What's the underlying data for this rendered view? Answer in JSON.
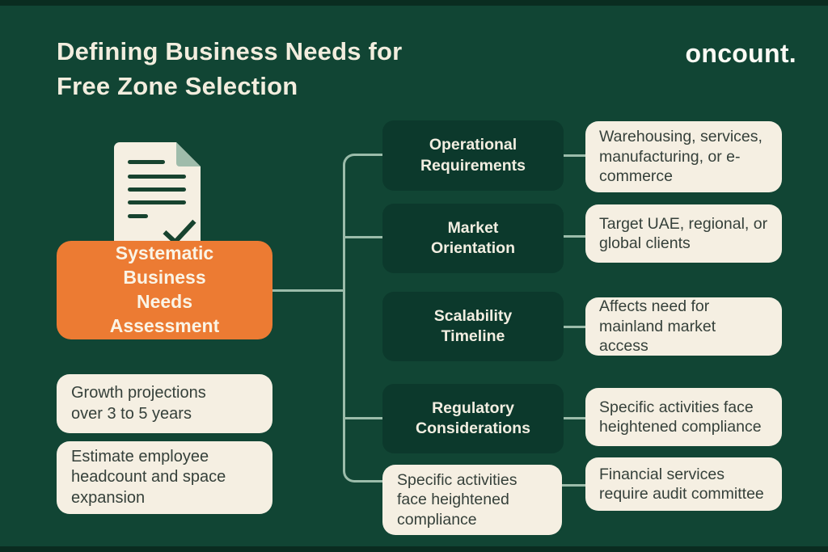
{
  "header": {
    "title": "Defining Business Needs for Free Zone Selection",
    "logo": "oncount."
  },
  "root_node": {
    "label": "Systematic Business Needs Assessment",
    "icon": "document-checklist-icon"
  },
  "root_notes": [
    {
      "text": "Growth projections over 3 to 5 years"
    },
    {
      "text": "Estimate employee headcount and space expansion"
    }
  ],
  "branches": [
    {
      "label": "Operational Requirements",
      "detail": "Warehousing, services, manufacturing, or e-commerce"
    },
    {
      "label": "Market Orientation",
      "detail": "Target UAE, regional, or global clients"
    },
    {
      "label": "Scalability Timeline",
      "detail": "Affects need for mainland market access"
    },
    {
      "label": "Regulatory Considerations",
      "detail": "Specific activities face heightened compliance"
    },
    {
      "label": "Specific activities face heightened compliance",
      "detail": "Financial services require audit committee"
    }
  ],
  "colors": {
    "background": "#114534",
    "edge_strip": "#0a2c20",
    "dark_box": "#0c392c",
    "cream_box": "#f5efe2",
    "accent_orange": "#ec7b33",
    "connector_sage": "#9bbcaa",
    "text_light": "#f2edde",
    "text_dark": "#35403a"
  }
}
